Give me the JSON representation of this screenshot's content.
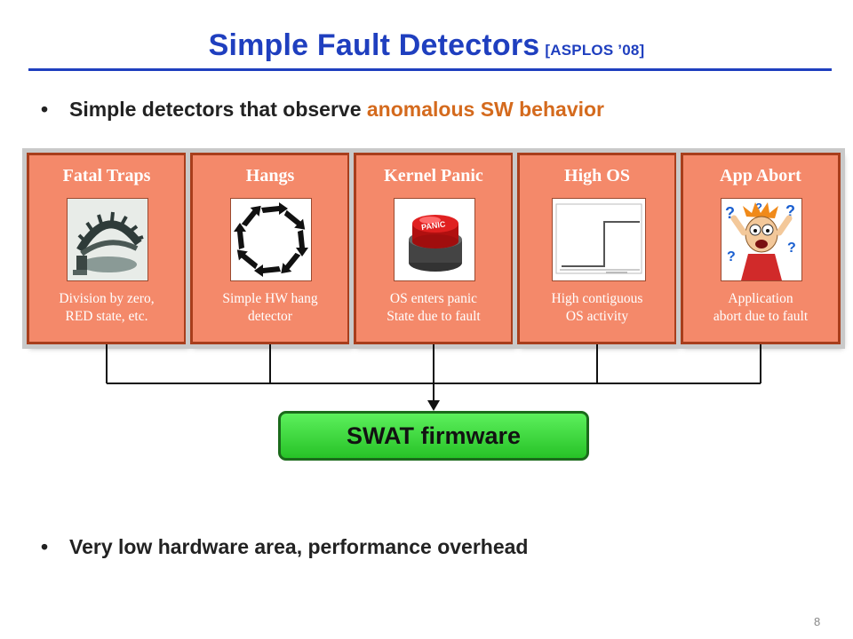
{
  "slide": {
    "title": "Simple Fault Detectors",
    "title_citation": "[ASPLOS ’08]",
    "bullet1_prefix": "Simple detectors that observe ",
    "bullet1_highlight": "anomalous SW behavior",
    "bullet2": "Very low hardware area, performance overhead",
    "page_number": "8"
  },
  "detectors": [
    {
      "title": "Fatal Traps",
      "desc_line1": "Division by zero,",
      "desc_line2": "RED state, etc.",
      "icon": "trap-icon"
    },
    {
      "title": "Hangs",
      "desc_line1": "Simple HW hang",
      "desc_line2": "detector",
      "icon": "cycle-arrows-icon"
    },
    {
      "title": "Kernel Panic",
      "desc_line1": "OS enters panic",
      "desc_line2": "State due to fault",
      "icon": "panic-button-icon"
    },
    {
      "title": "High OS",
      "desc_line1": "High contiguous",
      "desc_line2": "OS activity",
      "icon": "step-graph-icon"
    },
    {
      "title": "App Abort",
      "desc_line1": "Application",
      "desc_line2": "abort due to fault",
      "icon": "panicked-man-icon"
    }
  ],
  "firmware": {
    "label": "SWAT firmware"
  },
  "panic_label": "PANIC",
  "colors": {
    "title_blue": "#1f3fbf",
    "highlight_orange": "#d46a1d",
    "card_fill": "#f4896a",
    "card_border": "#a83e1c",
    "firmware_green": "#33cc33"
  }
}
